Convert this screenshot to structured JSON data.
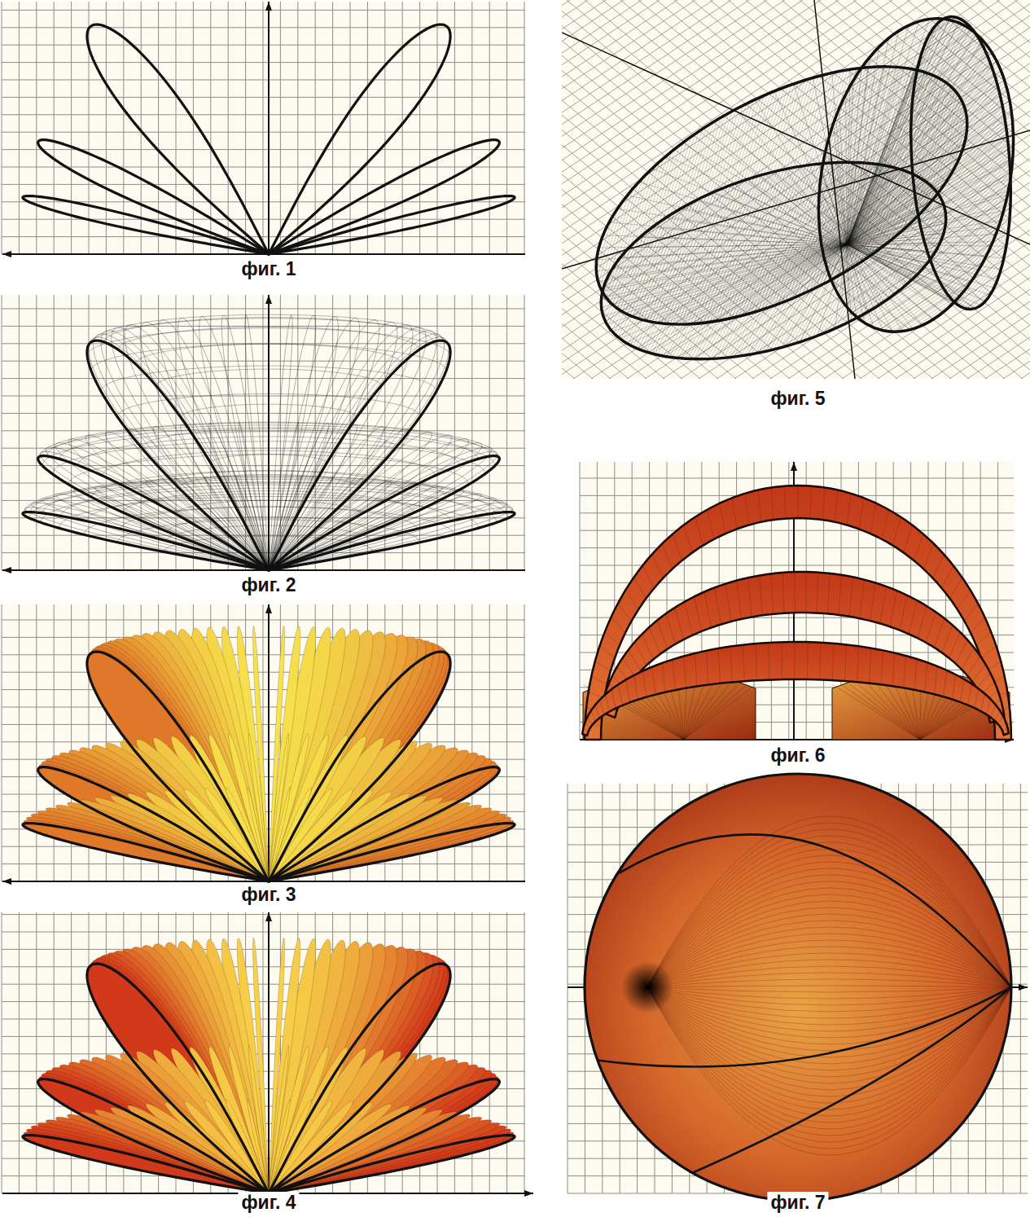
{
  "diagram": {
    "labels": [
      "фиг. 1",
      "фиг. 2",
      "фиг. 3",
      "фиг. 4",
      "фиг. 5",
      "фиг. 6",
      "фиг. 7"
    ]
  }
}
